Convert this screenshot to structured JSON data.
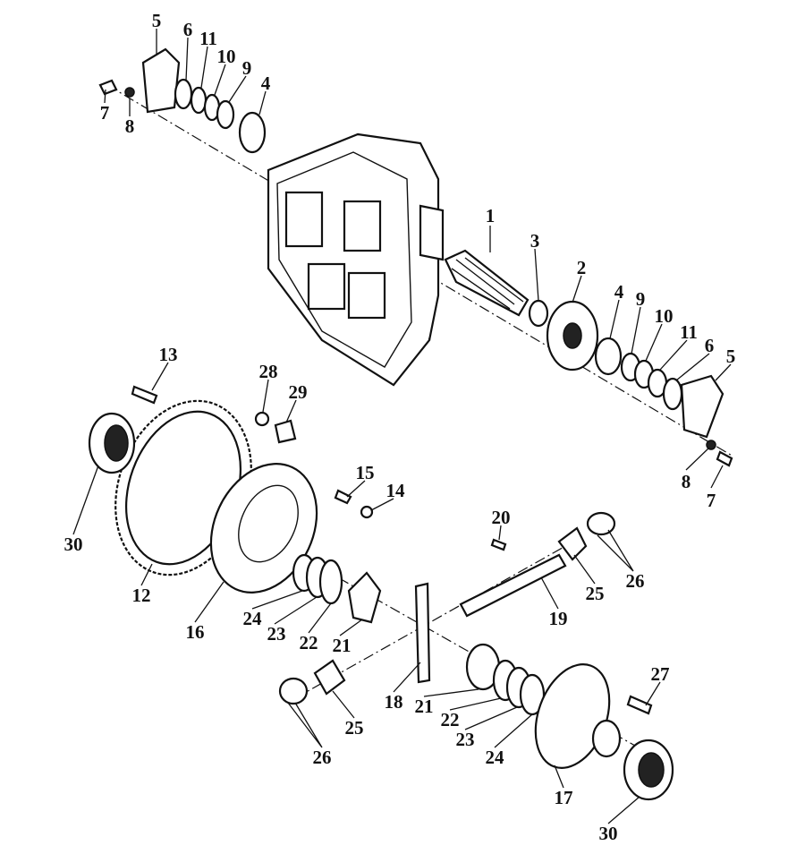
{
  "diagram": {
    "title": "Final drive / differential exploded view",
    "callouts": [
      "5",
      "6",
      "11",
      "10",
      "9",
      "4",
      "7",
      "8",
      "1",
      "3",
      "2",
      "4",
      "9",
      "10",
      "11",
      "6",
      "5",
      "8",
      "7",
      "13",
      "28",
      "29",
      "15",
      "14",
      "20",
      "30",
      "12",
      "26",
      "25",
      "19",
      "16",
      "24",
      "23",
      "22",
      "21",
      "27",
      "18",
      "21",
      "22",
      "23",
      "24",
      "25",
      "26",
      "17",
      "30"
    ]
  }
}
